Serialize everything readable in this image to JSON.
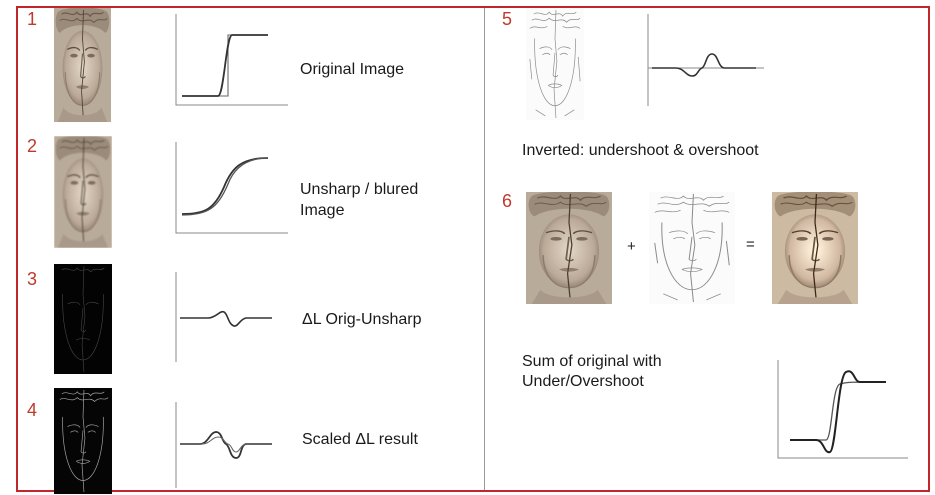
{
  "panels": [
    {
      "num": "1",
      "caption": "Original Image"
    },
    {
      "num": "2",
      "caption_line1": "Unsharp / blured",
      "caption_line2": "Image"
    },
    {
      "num": "3",
      "caption": "ΔL Orig-Unsharp"
    },
    {
      "num": "4",
      "caption": "Scaled ΔL result"
    },
    {
      "num": "5",
      "caption": "Inverted: undershoot & overshoot"
    },
    {
      "num": "6",
      "op_plus": "+",
      "op_equals": "=",
      "caption_line1": "Sum of original with",
      "caption_line2": "Under/Overshoot"
    }
  ],
  "colors": {
    "frame": "#c0262a",
    "number": "#c0392b",
    "stone": "#c9bca9",
    "stone_dark": "#6d5f50",
    "curve": "#333333"
  }
}
